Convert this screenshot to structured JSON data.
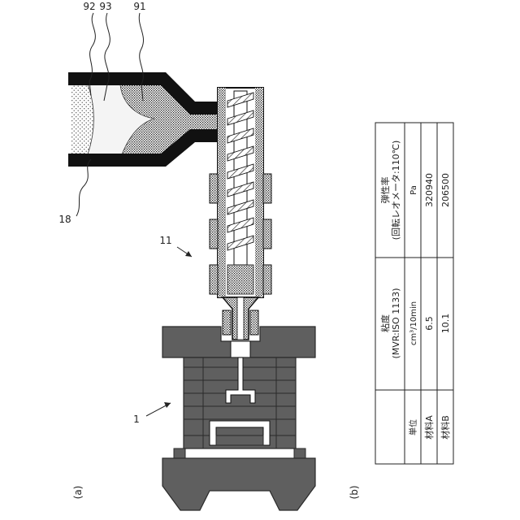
{
  "figure": {
    "panel_a_label": "(a)",
    "panel_b_label": "(b)",
    "callouts": {
      "mold": "1",
      "injection_unit": "11",
      "hopper_wall": "18",
      "material_a_region": "91",
      "material_b_region": "92",
      "mixed_region": "93"
    }
  },
  "table": {
    "headers": {
      "viscosity_title": "粘度",
      "viscosity_method": "(MVR:ISO 1133)",
      "elasticity_title": "弾性率",
      "elasticity_method": "(回転レオメータ:110℃)"
    },
    "unit_row": {
      "label": "単位",
      "viscosity_unit": "cm³/10min",
      "elasticity_unit": "Pa"
    },
    "rows": [
      {
        "name": "材料A",
        "viscosity": "6.5",
        "elasticity": "320940"
      },
      {
        "name": "材料B",
        "viscosity": "10.1",
        "elasticity": "206500"
      }
    ]
  },
  "colors": {
    "line": "#111111",
    "mold_fill": "#5f5f5f",
    "mold_line": "#2a2a2a",
    "light_fill": "#e6e6e6"
  }
}
